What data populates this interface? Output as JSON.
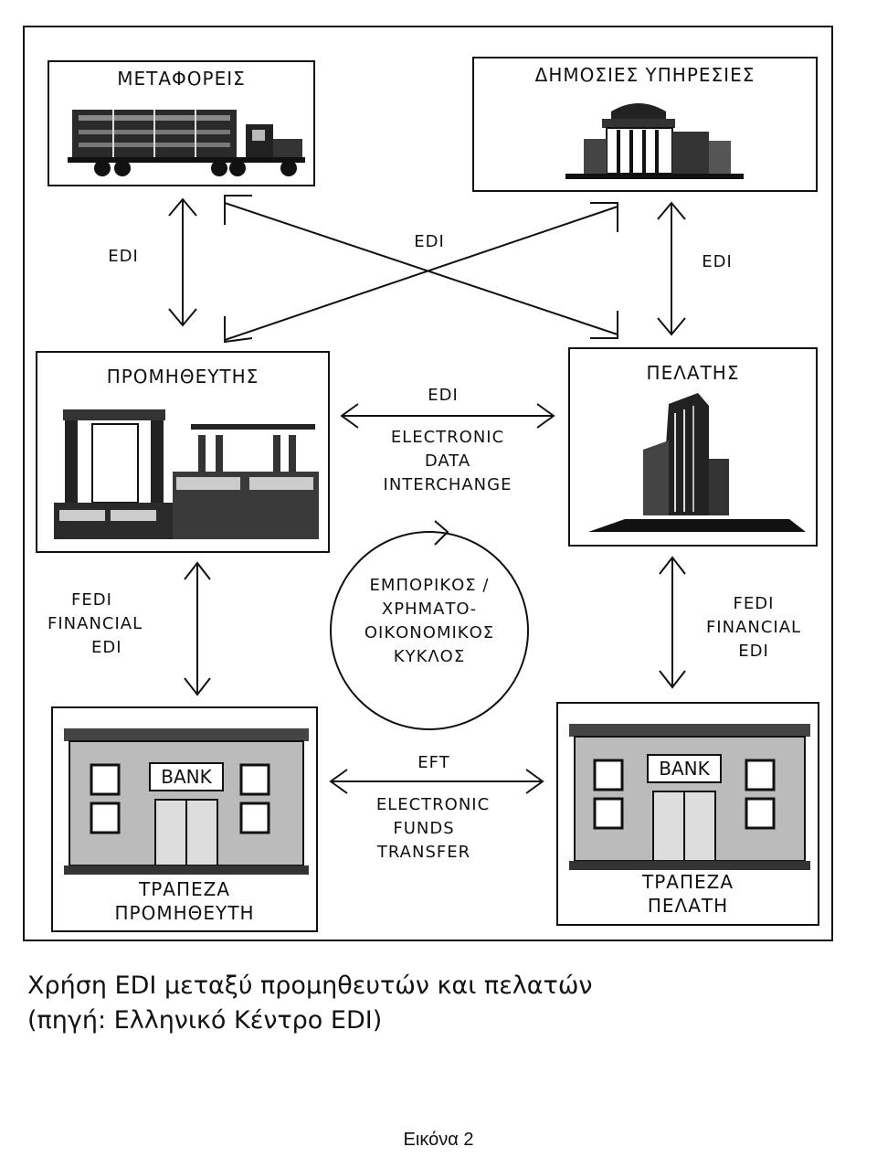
{
  "nodes": {
    "carriers": "ΜΕΤΑΦΟΡΕΙΣ",
    "public_services": "ΔΗΜΟΣΙΕΣ ΥΠΗΡΕΣΙΕΣ",
    "supplier": "ΠΡΟΜΗΘΕΥΤΗΣ",
    "customer": "ΠΕΛΑΤΗΣ",
    "supplier_bank_line1": "ΤΡΑΠΕΖΑ",
    "supplier_bank_line2": "ΠΡΟΜΗΘΕΥΤΗ",
    "customer_bank_line1": "ΤΡΑΠΕΖΑ",
    "customer_bank_line2": "ΠΕΛΑΤΗ",
    "bank_sign": "BANK"
  },
  "links": {
    "edi_left": "EDI",
    "edi_cross": "EDI",
    "edi_right": "EDI",
    "center_edi": "EDI",
    "center_edi_full_1": "ELECTRONIC",
    "center_edi_full_2": "DATA",
    "center_edi_full_3": "INTERCHANGE",
    "fedi_left_1": "FEDI",
    "fedi_left_2": "FINANCIAL",
    "fedi_left_3": "EDI",
    "fedi_right_1": "FEDI",
    "fedi_right_2": "FINANCIAL",
    "fedi_right_3": "EDI",
    "eft": "EFT",
    "eft_full_1": "ELECTRONIC",
    "eft_full_2": "FUNDS",
    "eft_full_3": "TRANSFER"
  },
  "cycle": {
    "line1": "ΕΜΠΟΡΙΚΟΣ /",
    "line2": "ΧΡΗΜΑΤΟ-",
    "line3": "ΟΙΚΟΝΟΜΙΚΟΣ",
    "line4": "ΚΥΚΛΟΣ"
  },
  "caption": {
    "line1": "Χρήση EDI μεταξύ προμηθευτών και πελατών",
    "line2": "(πηγή: Ελληνικό Κέντρο EDI)"
  },
  "figure_label": "Εικόνα 2"
}
